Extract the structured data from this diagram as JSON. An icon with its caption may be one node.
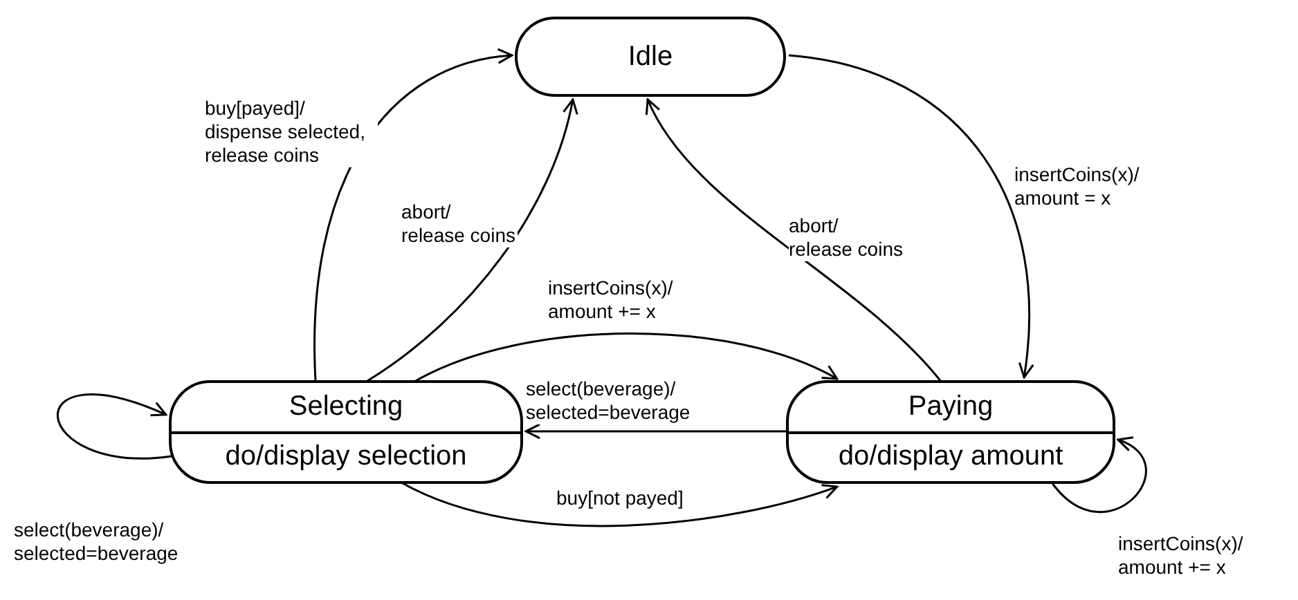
{
  "diagram": {
    "nodes": [
      {
        "text": [
          "Idle"
        ]
      },
      {
        "text": [
          "Selecting",
          "do/display selection"
        ]
      },
      {
        "text": [
          "Paying",
          "do/display amount"
        ]
      }
    ],
    "edges": [
      {
        "from": 1,
        "to": 0,
        "arrow": "to",
        "label": "buy[payed]/ dispense selected, release coins"
      },
      {
        "from": 1,
        "to": 0,
        "arrow": "to",
        "label": "abort/ release coins"
      },
      {
        "from": 0,
        "to": 2,
        "arrow": "to",
        "label": "insertCoins(x)/ amount = x"
      },
      {
        "from": 2,
        "to": 0,
        "arrow": "to",
        "label": "abort/ release coins"
      },
      {
        "from": 1,
        "to": 2,
        "arrow": "to",
        "label": "insertCoins(x)/ amount += x"
      },
      {
        "from": 2,
        "to": 1,
        "arrow": "to",
        "label": "select(beverage)/ selected=beverage"
      },
      {
        "from": 1,
        "to": 2,
        "arrow": "to",
        "label": "buy[not payed]"
      },
      {
        "from": 1,
        "to": 1,
        "arrow": "to",
        "label": "select(beverage)/ selected=beverage"
      },
      {
        "from": 2,
        "to": 2,
        "arrow": "to",
        "label": "insertCoins(x)/ amount += x"
      }
    ]
  }
}
